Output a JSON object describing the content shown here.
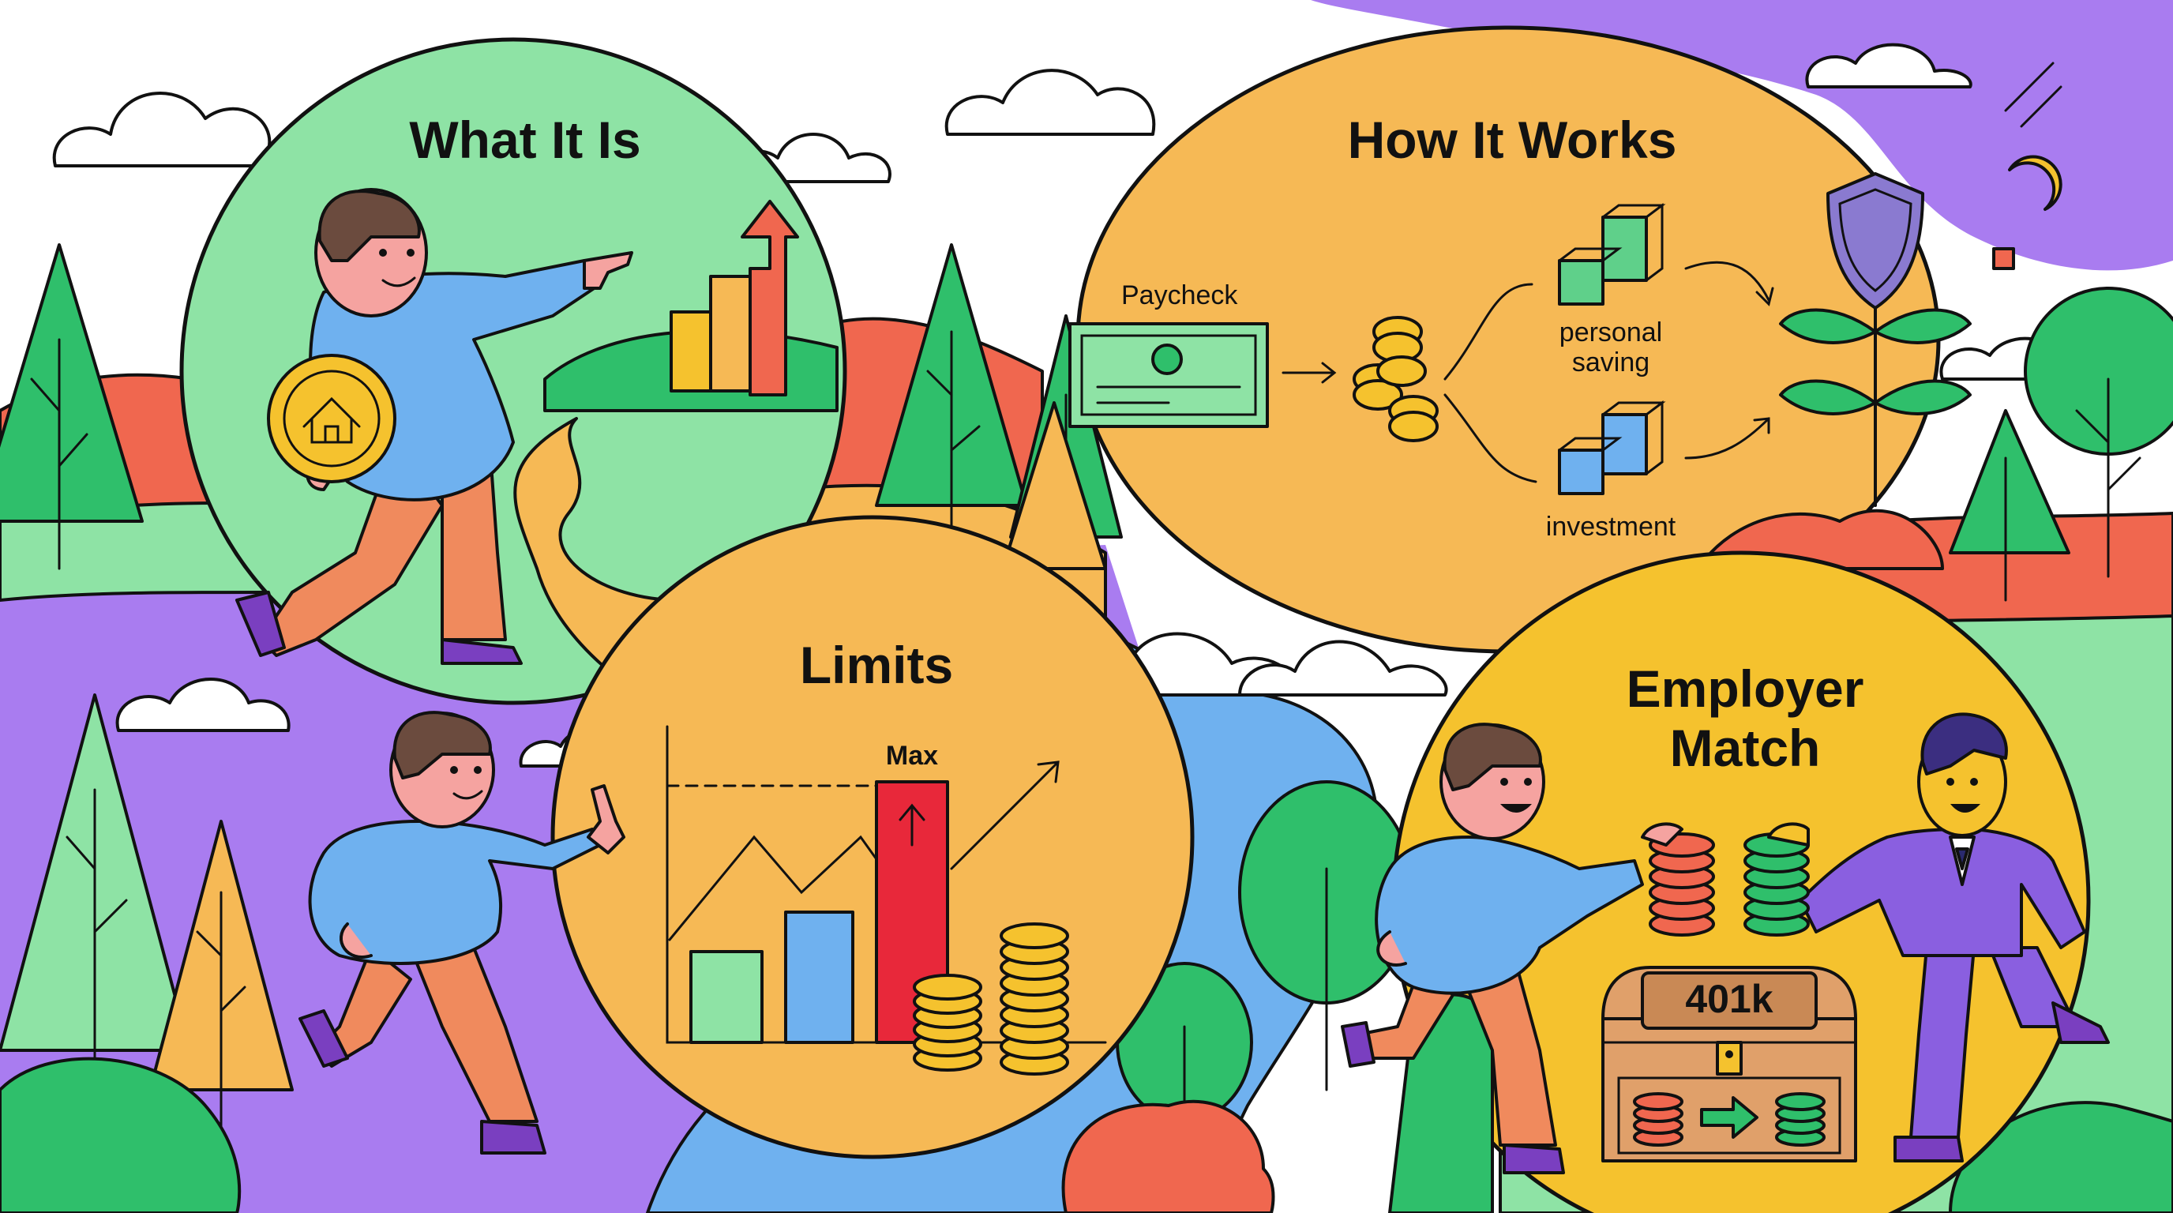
{
  "panels": {
    "what_it_is": {
      "title": "What It Is"
    },
    "how_it_works": {
      "title": "How It Works",
      "paycheck_label": "Paycheck",
      "personal_saving_line1": "personal",
      "personal_saving_line2": "saving",
      "investment_label": "investment"
    },
    "limits": {
      "title": "Limits",
      "max_label": "Max"
    },
    "employer_match": {
      "title_line1": "Employer",
      "title_line2": "Match",
      "chest_label": "401k"
    }
  },
  "colors": {
    "green_circle": "#8ee3a5",
    "orange_circle": "#f6b955",
    "yellow_circle": "#f5c22e",
    "purple_bg": "#a97cf0",
    "red_hill": "#f0674f",
    "blue_river": "#6fb1ef",
    "max_bar": "#e8283a"
  },
  "icons": [
    "coin-house-icon",
    "arrow-up-icon",
    "paycheck-icon",
    "coin-stack-icon",
    "cube-stack-icon",
    "shield-icon",
    "sprout-icon",
    "treasure-chest-icon",
    "cloud-icon",
    "tree-icon"
  ]
}
